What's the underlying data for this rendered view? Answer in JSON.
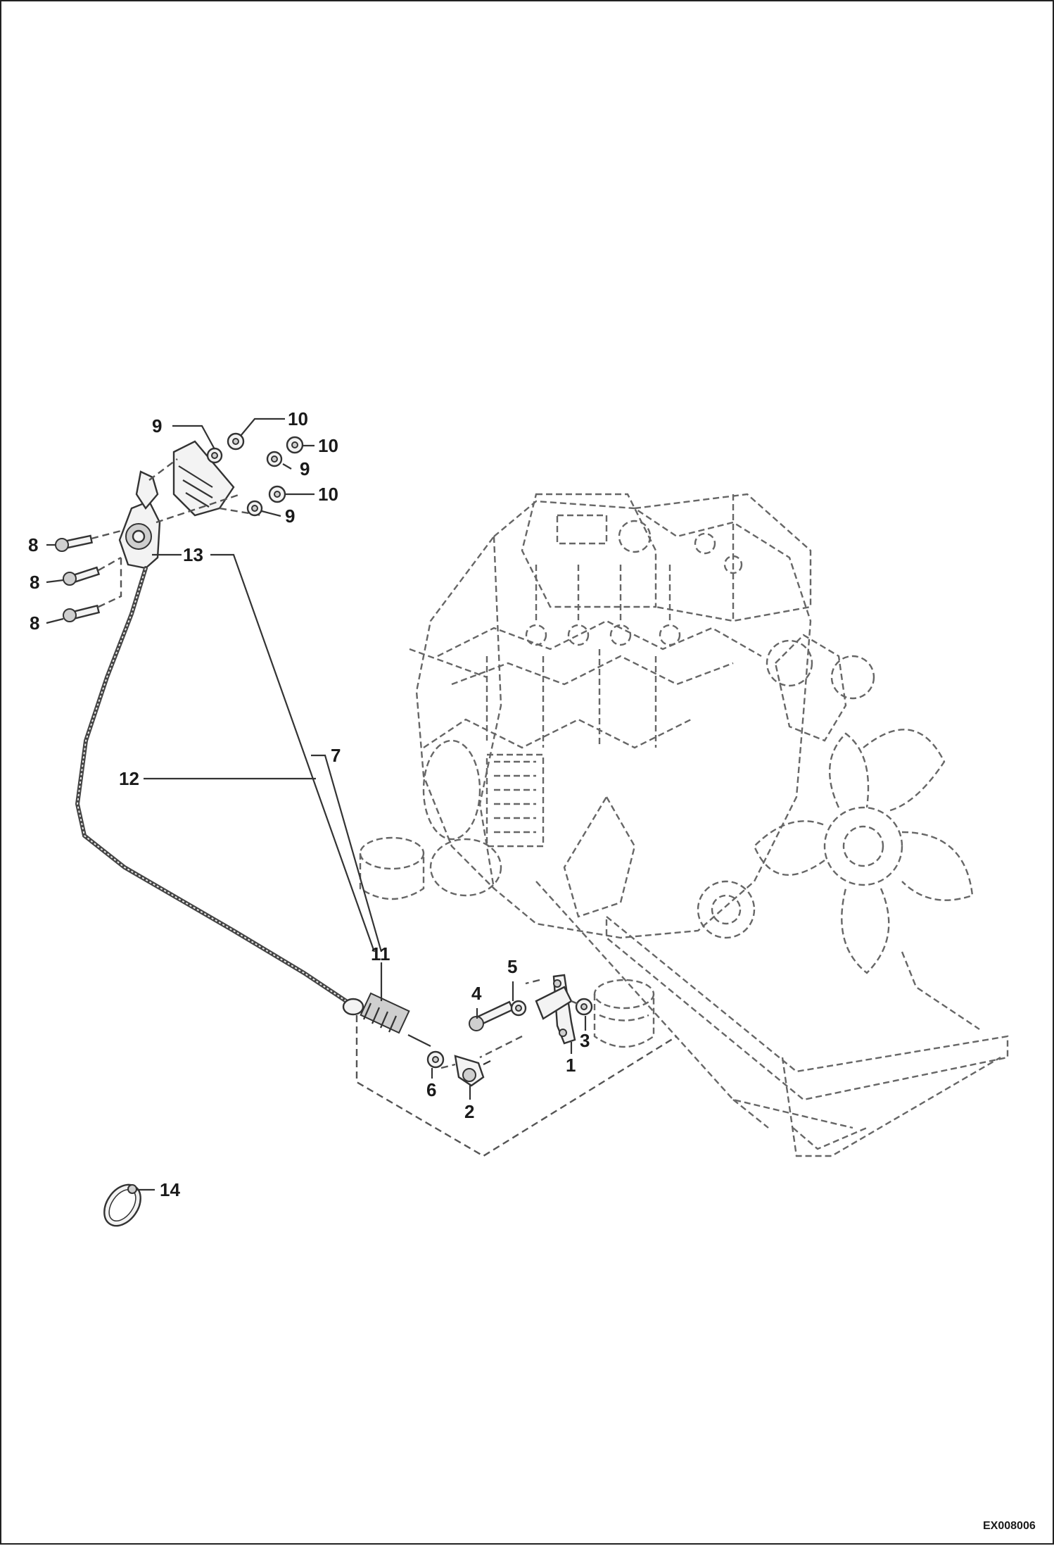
{
  "figure": {
    "id_code": "EX008006",
    "border_color": "#222222",
    "line_color": "#333333"
  },
  "callouts": {
    "c1": "1",
    "c2": "2",
    "c3": "3",
    "c4": "4",
    "c5": "5",
    "c6": "6",
    "c7": "7",
    "c8a": "8",
    "c8b": "8",
    "c8c": "8",
    "c9a": "9",
    "c9b": "9",
    "c9c": "9",
    "c10a": "10",
    "c10b": "10",
    "c10c": "10",
    "c11": "11",
    "c12": "12",
    "c13": "13",
    "c14": "14"
  },
  "components": [
    "engine-assembly-phantom",
    "throttle-cable",
    "lever-bracket",
    "cable-clamp",
    "ball-joint",
    "mounting-bolts",
    "nuts-and-washers",
    "cable-tie"
  ]
}
